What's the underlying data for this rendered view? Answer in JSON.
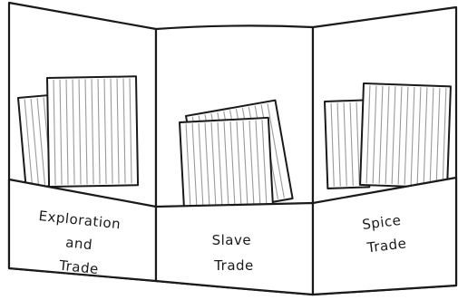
{
  "pockets": [
    {
      "name": "exploration-and-trade",
      "lines": [
        "Exploration",
        "and",
        "Trade"
      ]
    },
    {
      "name": "slave-trade",
      "lines": [
        "Slave",
        "Trade"
      ]
    },
    {
      "name": "spice-trade",
      "lines": [
        "Spice",
        "Trade"
      ]
    }
  ],
  "colors": {
    "ink": "#1a1a1a",
    "card_lines": "#9a9a9a",
    "background": "#ffffff"
  }
}
